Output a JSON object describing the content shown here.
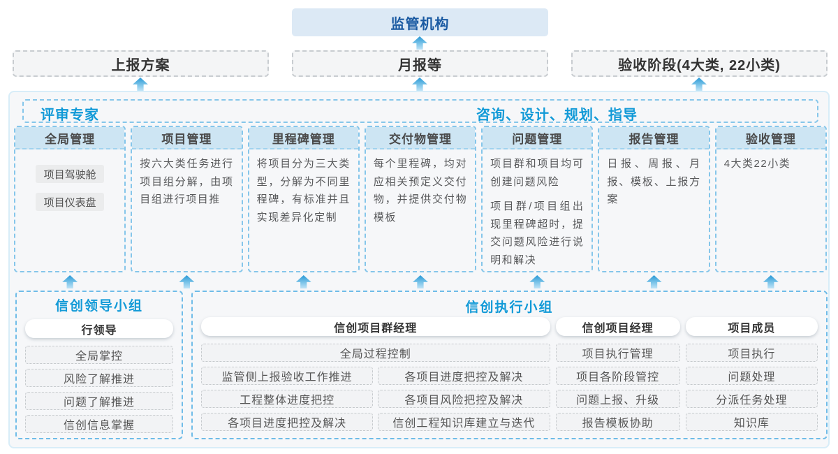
{
  "colors": {
    "accent_blue": "#129ad7",
    "regulator_text_blue": "#1a5aa2",
    "regulator_bg": "#dce9f5",
    "column_header_bg": "#cde5f3",
    "dashed_blue_border": "#85c6ea",
    "arrow_blue": "#2898d5",
    "panel_bg": "#f6f7f9"
  },
  "top": {
    "regulator": "监管机构",
    "stages": [
      {
        "label": "上报方案"
      },
      {
        "label": "月报等"
      },
      {
        "label": "验收阶段(4大类, 22小类)"
      }
    ]
  },
  "panel": {
    "band_left": "评审专家",
    "band_right": "咨询、设计、规划、指导",
    "columns": [
      {
        "title": "全局管理",
        "chips": [
          "项目驾驶舱",
          "项目仪表盘"
        ]
      },
      {
        "title": "项目管理",
        "p1": "按六大类任务进行项目组分解，由项目组进行项目推"
      },
      {
        "title": "里程碑管理",
        "p1": "将项目分为三大类型，分解为不同里程碑，有标准并且实现差异化定制"
      },
      {
        "title": "交付物管理",
        "p1": "每个里程碑，均对应相关预定义交付物，并提供交付物模板"
      },
      {
        "title": "问题管理",
        "p1": "项目群和项目均可创建问题风险",
        "p2": "项目群/项目组出现里程碑超时，提交问题风险进行说明和解决"
      },
      {
        "title": "报告管理",
        "p1": "日报、周报、月报、模板、上报方案"
      },
      {
        "title": "验收管理",
        "p1": "4大类22小类"
      }
    ]
  },
  "bottom": {
    "lead_group": {
      "title": "信创领导小组",
      "role": "行领导",
      "items": [
        "全局掌控",
        "风险了解推进",
        "问题了解推进",
        "信创信息掌握"
      ]
    },
    "exec_group": {
      "title": "信创执行小组",
      "program_manager": {
        "role": "信创项目群经理",
        "full_item": "全局过程控制",
        "grid_items": [
          "监管侧上报验收工作推进",
          "各项目进度把控及解决",
          "工程整体进度把控",
          "各项目风险把控及解决",
          "各项目进度把控及解决",
          "信创工程知识库建立与迭代"
        ]
      },
      "project_manager": {
        "role": "信创项目经理",
        "items": [
          "项目执行管理",
          "项目各阶段管控",
          "问题上报、升级",
          "报告模板协助"
        ]
      },
      "member": {
        "role": "项目成员",
        "items": [
          "项目执行",
          "问题处理",
          "分派任务处理",
          "知识库"
        ]
      }
    }
  }
}
